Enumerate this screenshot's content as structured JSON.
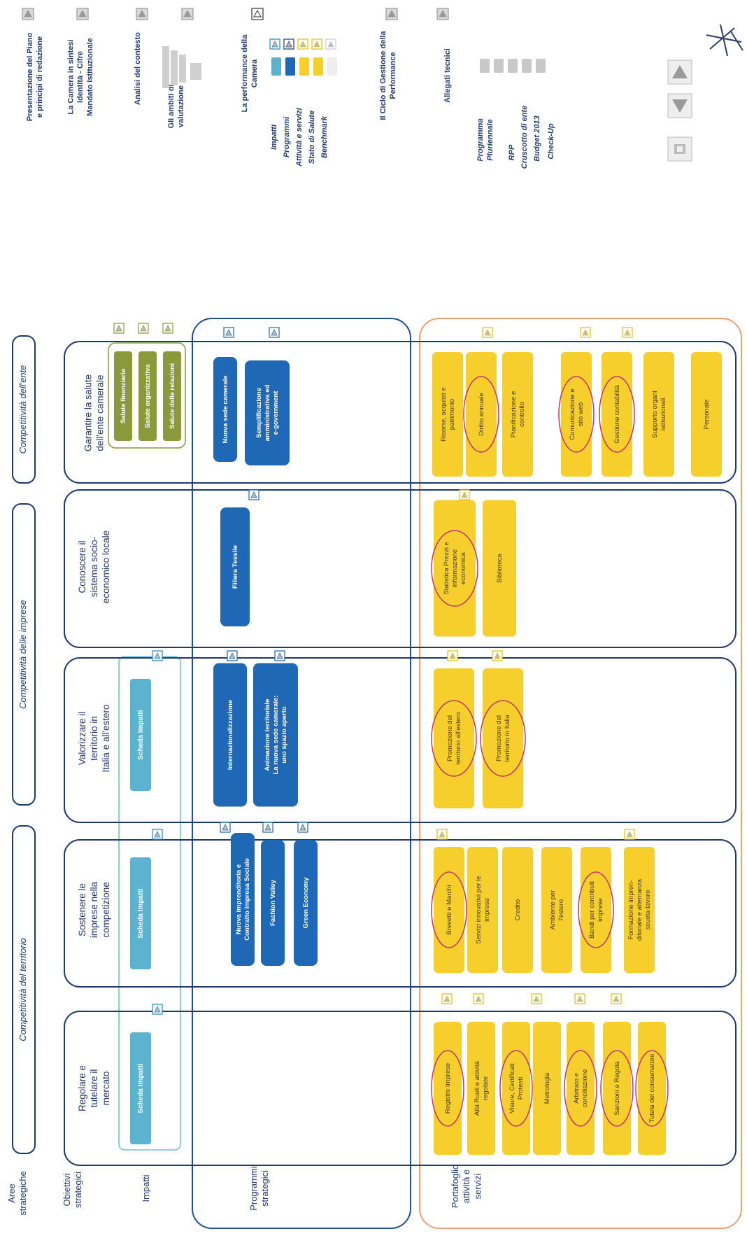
{
  "top_menu": {
    "items": [
      {
        "label": "Presentazione del Piano\ne principi di redazione"
      },
      {
        "label": "La Camera in sintesi\nIdentità - Cifre\nMandato Istituzionale"
      },
      {
        "label": "Analisi del contesto"
      },
      {
        "label": "Gli ambiti di\nvalutazione"
      },
      {
        "label": "La performance della\nCamera"
      },
      {
        "label": "Il Ciclo di Gestione della\nPerformance"
      },
      {
        "label": "Allegati tecnici"
      }
    ],
    "performance_sub": [
      "Impatti",
      "Programmi",
      "Attività e servizi",
      "Stato di Salute",
      "Benchmark"
    ],
    "allegati_sub": [
      "Programma\nPluriennale",
      "RPP",
      "Cruscotto di ente",
      "Budget 2013",
      "Check-Up"
    ],
    "colors": {
      "impatti": "#5bb3cf",
      "programmi": "#1e68b5",
      "attivita": "#f6cf2c",
      "salute": "#f6cf2c",
      "benchmark": "#ffffff"
    }
  },
  "rows": {
    "aree": "Aree\nstrategiche",
    "obiettivi": "Obiettivi\nstrategici",
    "impatti": "Impatti",
    "programmi": "Programmi\nstrategici",
    "portafoglio": "Portafoglio\nattività e\nservizi"
  },
  "aree": [
    "Competitività del territorio",
    "Competitività delle imprese",
    "Competitività dell'ente"
  ],
  "columns": [
    {
      "objective": "Regolare e\ntutelare il\nmercato",
      "impact": "Scheda Impatti",
      "programs": [],
      "services": [
        "Registro Imprese",
        "Albi Ruoli e attività\nregolate",
        "Visure, Certificati\nProtesti",
        "Metrologia",
        "Arbitrato e\nconciliazione",
        "Sanzioni e Regola",
        "Tutela del consumatore"
      ]
    },
    {
      "objective": "Sostenere le\nimprese nella\ncompetizione",
      "impact": "Scheda Impatti",
      "programs": [
        "Nuova imprenditoria e\nContratto Impresa Sociale",
        "Fashion Valley",
        "Green Economy"
      ],
      "services": [
        "Brevetti e Marchi",
        "Servizi innovativi per le\nimprese",
        "Credito",
        "Ambiente per\nl'estero",
        "Bandi per contributi\nimprese",
        "Formazione impren-\nditoriale e alternanza\nscuola-lavoro"
      ]
    },
    {
      "objective": "Valorizzare il\nterritorio in\nItalia e all'estero",
      "impact": "Scheda Impatti",
      "programs": [
        "Internazionalizzazione",
        "Animazione territoriale\nLa nuova sede camerale:\nuno spazio aperto"
      ],
      "services": [
        "Promozione del\nterritorio all'estero",
        "Promozione del\nterritorio in Italia"
      ]
    },
    {
      "objective": "Conoscere il\nsistema socio-\neconomico locale",
      "impact": "",
      "programs": [
        "Filiera Tessile"
      ],
      "services": [
        "Statistica Prezzi e\ninformazione\neconomica",
        "Biblioteca"
      ]
    },
    {
      "objective": "Garantire la salute\ndell'ente camerale",
      "impact": "",
      "health": [
        "Salute finanziaria",
        "Salute organizzativa",
        "Salute delle relazioni"
      ],
      "programs": [
        "Nuova sede camerale",
        "Semplificazione\namministrativa ed\ne-government"
      ],
      "services": [
        "Risorse, acquisti e\npatrimonio",
        "Diritto annuale",
        "Pianificazione e\ncontrollo",
        "Comunicazione e\nsito web",
        "Gestione contabilità",
        "Supporto organi\nistituzionali",
        "Personale"
      ]
    }
  ]
}
